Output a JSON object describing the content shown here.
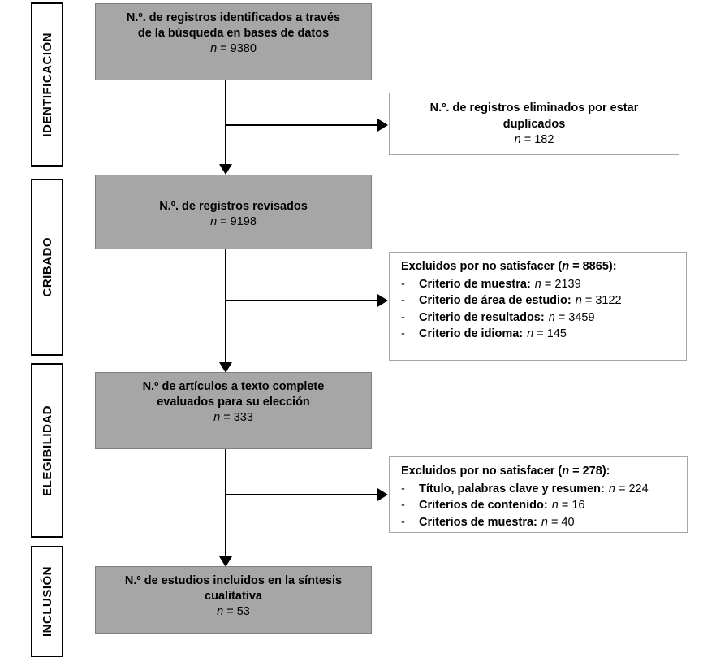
{
  "diagram": {
    "type": "prisma-flow-diagram",
    "language": "es",
    "colors": {
      "process_fill": "#a6a6a6",
      "process_border": "#7f7f7f",
      "exclusion_fill": "#ffffff",
      "exclusion_border": "#a6a6a6",
      "connector": "#000000",
      "stage_label_border": "#000000"
    }
  },
  "stages": [
    {
      "label": "IDENTIFICACIÓN"
    },
    {
      "label": "CRIBADO"
    },
    {
      "label": "ELEGIBILIDAD"
    },
    {
      "label": "INCLUSIÓN"
    }
  ],
  "process_boxes": [
    {
      "id": "identified",
      "line1": "N.º. de registros identificados a través",
      "line2": "de la búsqueda en bases de datos",
      "n_label": "n",
      "n_value": "9380"
    },
    {
      "id": "screened",
      "line1": "N.º. de registros revisados",
      "line2": "",
      "n_label": "n",
      "n_value": "9198"
    },
    {
      "id": "full-text",
      "line1": "N.º de artículos a texto complete",
      "line2": "evaluados para su elección",
      "n_label": "n",
      "n_value": "333"
    },
    {
      "id": "included",
      "line1": "N.º de estudios incluidos en la síntesis",
      "line2": "cualitativa",
      "n_label": "n",
      "n_value": "53"
    }
  ],
  "exclusion_boxes": [
    {
      "id": "duplicates",
      "style": "centered",
      "line1": "N.º. de registros eliminados por estar",
      "line2": "duplicados",
      "n_label": "n",
      "n_value": "182"
    },
    {
      "id": "screening-exclusions",
      "style": "list",
      "heading_text": "Excluidos por no satisfacer (",
      "heading_n_label": "n",
      "heading_n_value": "= 8865",
      "heading_suffix": "):",
      "items": [
        {
          "bullet": "-",
          "criterion": "Criterio de muestra:",
          "n_label": "n",
          "n_value": "= 2139"
        },
        {
          "bullet": "-",
          "criterion": "Criterio de área de estudio:",
          "n_label": "n",
          "n_value": "= 3122"
        },
        {
          "bullet": "-",
          "criterion": "Criterio de resultados:",
          "n_label": "n",
          "n_value": "= 3459"
        },
        {
          "bullet": "-",
          "criterion": "Criterio de idioma:",
          "n_label": "n",
          "n_value": "= 145"
        }
      ]
    },
    {
      "id": "eligibility-exclusions",
      "style": "list",
      "heading_text": "Excluidos por no satisfacer (",
      "heading_n_label": "n",
      "heading_n_value": "= 278",
      "heading_suffix": "):",
      "items": [
        {
          "bullet": "-",
          "criterion": "Título, palabras clave y resumen:",
          "n_label": "n",
          "n_value": "= 224"
        },
        {
          "bullet": "-",
          "criterion": "Criterios de contenido:",
          "n_label": "n",
          "n_value": "= 16"
        },
        {
          "bullet": "-",
          "criterion": "Criterios de muestra:",
          "n_label": "n",
          "n_value": "= 40"
        }
      ]
    }
  ],
  "chart_data": {
    "type": "diagram",
    "title": "Diagrama de flujo PRISMA",
    "nodes": [
      {
        "stage": "IDENTIFICACIÓN",
        "text": "N.º. de registros identificados a través de la búsqueda en bases de datos",
        "n": 9380
      },
      {
        "stage": "IDENTIFICACIÓN",
        "text": "N.º. de registros eliminados por estar duplicados",
        "n": 182
      },
      {
        "stage": "CRIBADO",
        "text": "N.º. de registros revisados",
        "n": 9198
      },
      {
        "stage": "CRIBADO",
        "text": "Excluidos por no satisfacer",
        "n": 8865
      },
      {
        "stage": "CRIBADO",
        "text": "Criterio de muestra",
        "n": 2139
      },
      {
        "stage": "CRIBADO",
        "text": "Criterio de área de estudio",
        "n": 3122
      },
      {
        "stage": "CRIBADO",
        "text": "Criterio de resultados",
        "n": 3459
      },
      {
        "stage": "CRIBADO",
        "text": "Criterio de idioma",
        "n": 145
      },
      {
        "stage": "ELEGIBILIDAD",
        "text": "N.º de artículos a texto complete evaluados para su elección",
        "n": 333
      },
      {
        "stage": "ELEGIBILIDAD",
        "text": "Excluidos por no satisfacer",
        "n": 278
      },
      {
        "stage": "ELEGIBILIDAD",
        "text": "Título, palabras clave y resumen",
        "n": 224
      },
      {
        "stage": "ELEGIBILIDAD",
        "text": "Criterios de contenido",
        "n": 16
      },
      {
        "stage": "ELEGIBILIDAD",
        "text": "Criterios de muestra",
        "n": 40
      },
      {
        "stage": "INCLUSIÓN",
        "text": "N.º de estudios incluidos en la síntesis cualitativa",
        "n": 53
      }
    ]
  }
}
